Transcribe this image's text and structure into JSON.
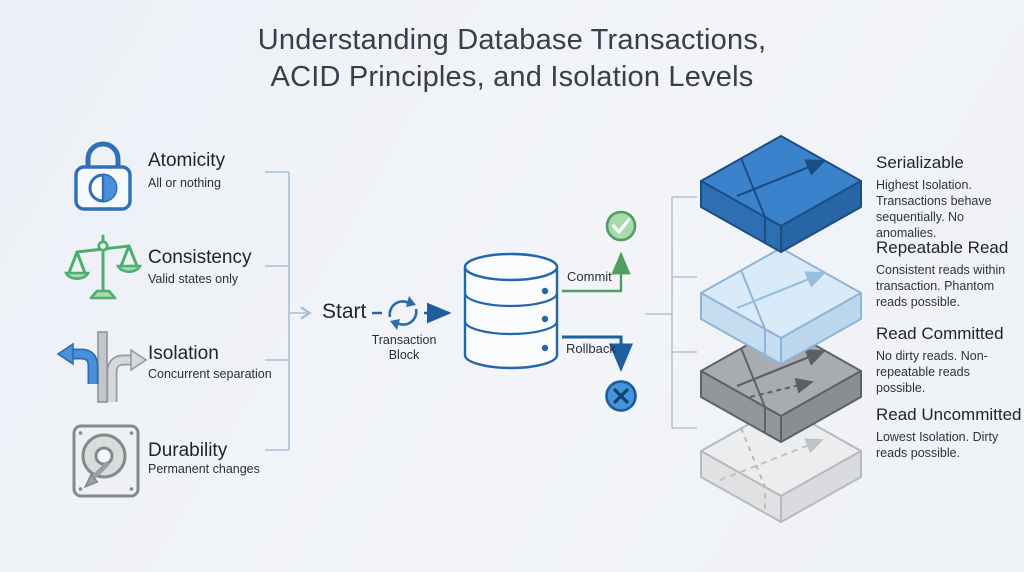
{
  "title": {
    "line1": "Understanding Database Transactions,",
    "line2": "ACID Principles, and Isolation Levels"
  },
  "acid": {
    "items": [
      {
        "title": "Atomicity",
        "subtitle": "All or nothing",
        "icon": "lock-icon",
        "accent": "#2e71b8"
      },
      {
        "title": "Consistency",
        "subtitle": "Valid states only",
        "icon": "balance-scale-icon",
        "accent": "#4daf6e"
      },
      {
        "title": "Isolation",
        "subtitle": "Concurrent separation",
        "icon": "diverging-arrows-icon",
        "accent": "#4a90d9"
      },
      {
        "title": "Durability",
        "subtitle": "Permanent changes",
        "icon": "hard-disk-icon",
        "accent": "#85898d"
      }
    ]
  },
  "flow": {
    "start_label": "Start",
    "transaction_block_line1": "Transaction",
    "transaction_block_line2": "Block",
    "commit_label": "Commit",
    "rollback_label": "Rollback",
    "database_icon": "database-cylinder-icon",
    "commit_icon": "check-circle-icon",
    "rollback_icon": "x-circle-icon",
    "commit_color": "#4f9e60",
    "rollback_color": "#1f5fa0",
    "database_color": "#2565a8"
  },
  "isolation_levels": [
    {
      "name": "Serializable",
      "description": "Highest Isolation. Transactions behave sequentially. No anomalies.",
      "color": "#3a82cb"
    },
    {
      "name": "Repeatable Read",
      "description": "Consistent reads within transaction. Phantom reads possible.",
      "color": "#d9eaf8"
    },
    {
      "name": "Read Committed",
      "description": "No dirty reads. Non-repeatable reads possible.",
      "color": "#a8acb0"
    },
    {
      "name": "Read Uncommitted",
      "description": "Lowest Isolation. Dirty reads possible.",
      "color": "#ebedef"
    }
  ]
}
